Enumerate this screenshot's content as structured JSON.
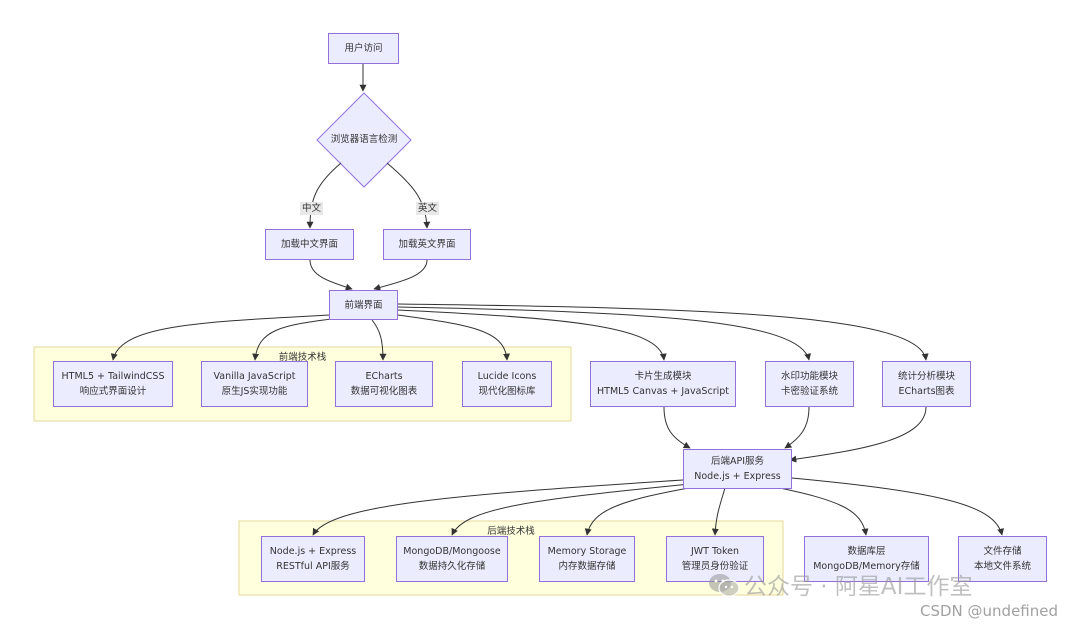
{
  "nodes": {
    "user_access": [
      "用户访问"
    ],
    "lang_detect": [
      "浏览器语言检测"
    ],
    "load_cn": [
      "加载中文界面"
    ],
    "load_en": [
      "加载英文界面"
    ],
    "frontend": [
      "前端界面"
    ],
    "html5": [
      "HTML5 + TailwindCSS",
      "响应式界面设计"
    ],
    "vanilla": [
      "Vanilla JavaScript",
      "原生JS实现功能"
    ],
    "echarts": [
      "ECharts",
      "数据可视化图表"
    ],
    "lucide": [
      "Lucide Icons",
      "现代化图标库"
    ],
    "card_gen": [
      "卡片生成模块",
      "HTML5 Canvas + JavaScript"
    ],
    "watermark": [
      "水印功能模块",
      "卡密验证系统"
    ],
    "stats": [
      "统计分析模块",
      "ECharts图表"
    ],
    "backend": [
      "后端API服务",
      "Node.js + Express"
    ],
    "node_express": [
      "Node.js + Express",
      "RESTful API服务"
    ],
    "mongo": [
      "MongoDB/Mongoose",
      "数据持久化存储"
    ],
    "memory": [
      "Memory Storage",
      "内存数据存储"
    ],
    "jwt": [
      "JWT Token",
      "管理员身份验证"
    ],
    "db_layer": [
      "数据库层",
      "MongoDB/Memory存储"
    ],
    "file_store": [
      "文件存储",
      "本地文件系统"
    ]
  },
  "clusters": {
    "frontend_stack": "前端技术栈",
    "backend_stack": "后端技术栈"
  },
  "edge_labels": {
    "cn": "中文",
    "en": "英文"
  },
  "watermark": {
    "main": "公众号 · 阿星AI工作室",
    "csdn": "CSDN @undefined"
  },
  "colors": {
    "node_fill": "#ececff",
    "node_border": "#9370db",
    "cluster_fill": "#ffffde",
    "cluster_border": "#e6d99a",
    "edge": "#333333"
  }
}
